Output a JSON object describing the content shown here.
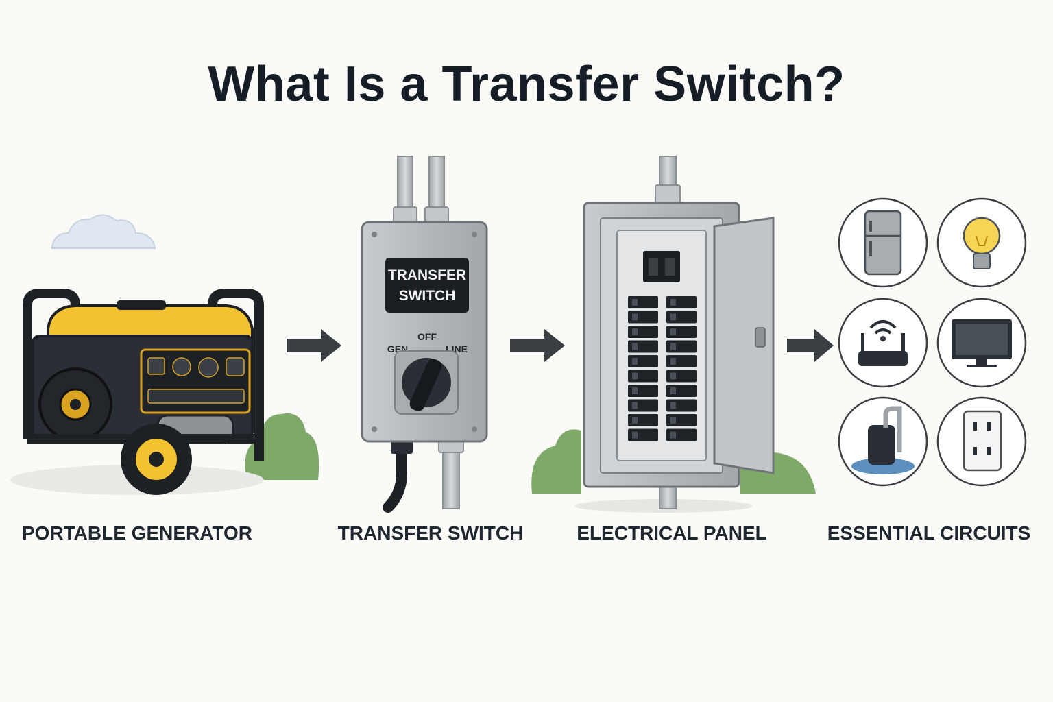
{
  "title": "What Is a Transfer Switch?",
  "steps": [
    {
      "label": "PORTABLE GENERATOR"
    },
    {
      "label": "TRANSFER SWITCH"
    },
    {
      "label": "ELECTRICAL PANEL"
    },
    {
      "label": "ESSENTIAL CIRCUITS"
    }
  ],
  "transfer_switch": {
    "plate_line1": "TRANSFER",
    "plate_line2": "SWITCH",
    "dial_gen": "GEN",
    "dial_off": "OFF",
    "dial_line": "LINE"
  },
  "circuit_icons": [
    "refrigerator-icon",
    "light-bulb-icon",
    "wifi-router-icon",
    "television-icon",
    "sump-pump-icon",
    "wall-outlet-icon"
  ],
  "colors": {
    "generator_yellow": "#f2c230",
    "generator_black": "#1d2126",
    "metal_gray": "#b9bcbf",
    "arrow": "#3a3f44",
    "shrub_green": "#7fa968"
  }
}
